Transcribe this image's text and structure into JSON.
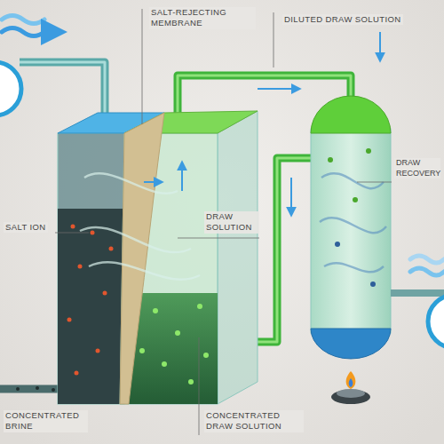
{
  "diagram": {
    "labels": [
      "SALT-REJECTING MEMBRANE",
      "DILUTED DRAW SOLUTION",
      "DRAW RECOVERY",
      "SALT ION",
      "DRAW SOLUTION",
      "CONCENTRATED BRINE",
      "CONCENTRATED DRAW SOLUTION"
    ]
  }
}
